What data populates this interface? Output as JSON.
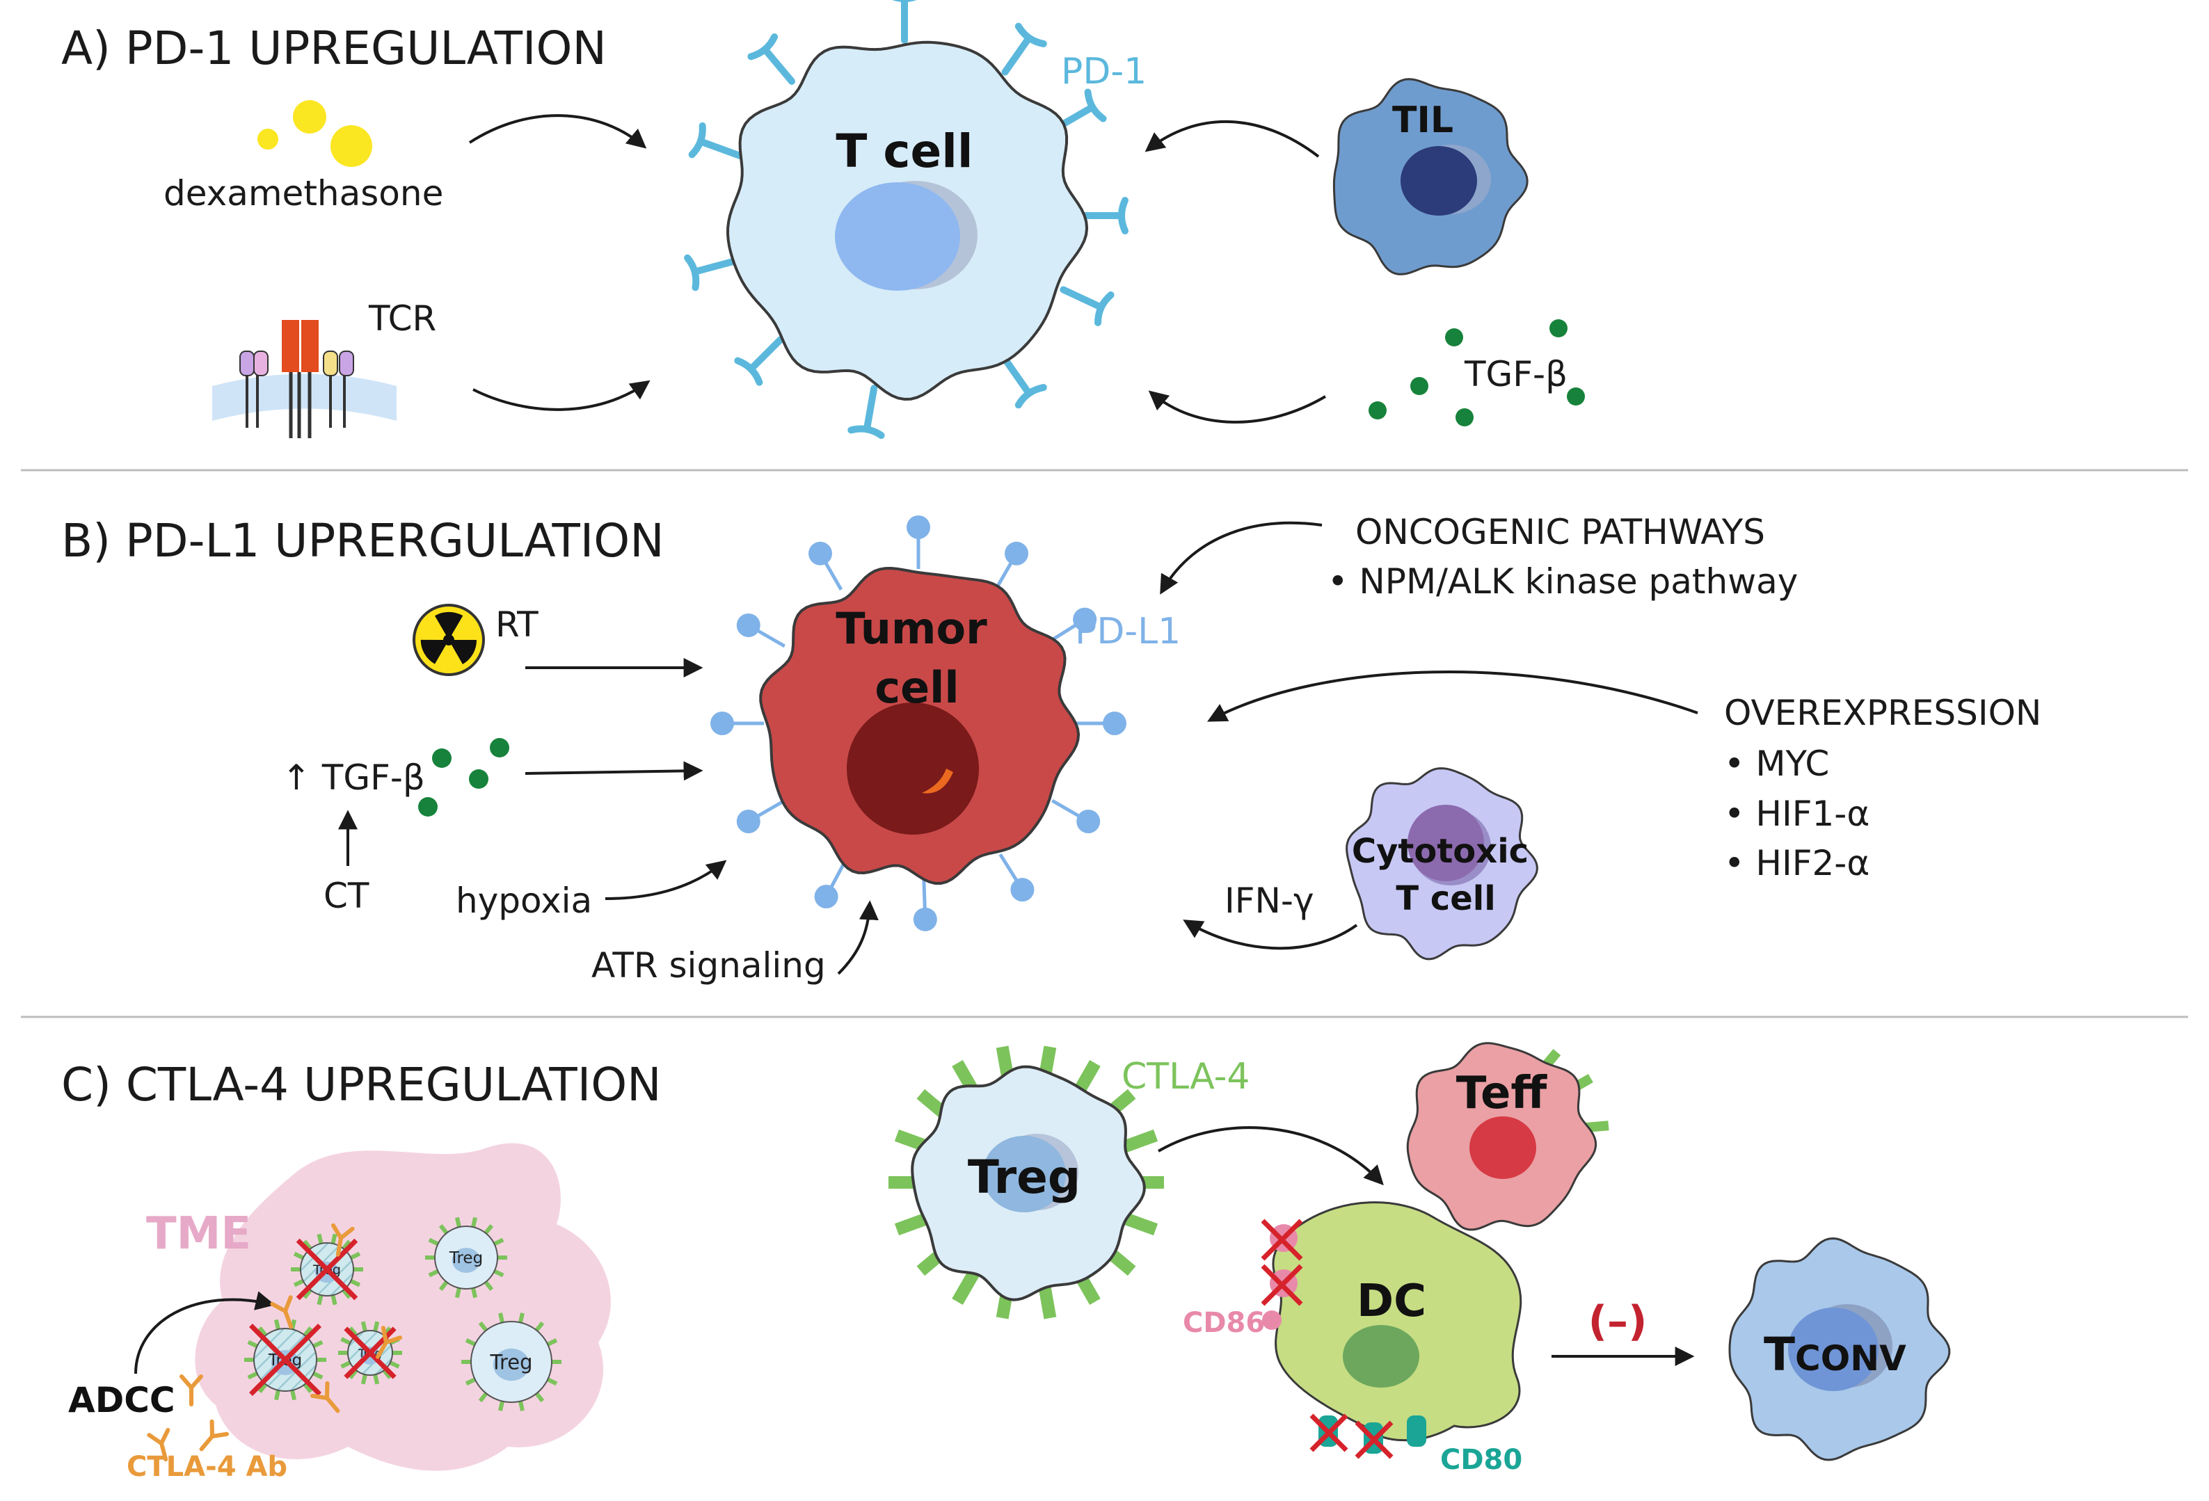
{
  "sections": {
    "a": {
      "title": "A) PD-1 UPREGULATION",
      "t_cell": "T cell",
      "pd1": "PD-1",
      "dexamethasone": "dexamethasone",
      "tcr": "TCR",
      "til": "TIL",
      "tgf": "TGF-β"
    },
    "b": {
      "title": "B) PD-L1 UPRERGULATION",
      "tumor_line1": "Tumor",
      "tumor_line2": "cell",
      "pdl1": "PD-L1",
      "rt": "RT",
      "tgf": "↑ TGF-β",
      "ct": "CT",
      "hypoxia": "hypoxia",
      "atr": "ATR signaling",
      "onco_title": "ONCOGENIC PATHWAYS",
      "onco_item": "• NPM/ALK kinase pathway",
      "overexp_title": "OVEREXPRESSION",
      "overexp_items": [
        "• MYC",
        "• HIF1-α",
        "• HIF2-α"
      ],
      "ifn": "IFN-γ",
      "ctl_line1": "Cytotoxic",
      "ctl_line2": "T cell"
    },
    "c": {
      "title": "C) CTLA-4 UPREGULATION",
      "tme": "TME",
      "adcc": "ADCC",
      "ab": "CTLA-4 Ab",
      "treg_small": "Treg",
      "treg": "Treg",
      "ctla4": "CTLA-4",
      "teff": "Teff",
      "dc": "DC",
      "cd86": "CD86",
      "cd80": "CD80",
      "minus": "(–)",
      "tconv_T": "T",
      "tconv_sub": "CONV"
    }
  },
  "colors": {
    "tcell": "#d6ecf8",
    "receptor": "#5bb8dc",
    "til": "#6f9cce",
    "tgf_dot": "#17823b",
    "tumor": "#c94949",
    "pdl1": "#7fb2e8",
    "ctl": "#c7c8f4",
    "ctla4": "#7cc35b",
    "teff": "#eaa0a4",
    "dc": "#c6dd83",
    "tconv": "#a9c8ea",
    "tme": "#f4d3e1",
    "cross": "#d6222b",
    "ab": "#e99a3a",
    "cd86": "#e889aa",
    "cd80": "#1aa596",
    "minus": "#c3232f"
  }
}
